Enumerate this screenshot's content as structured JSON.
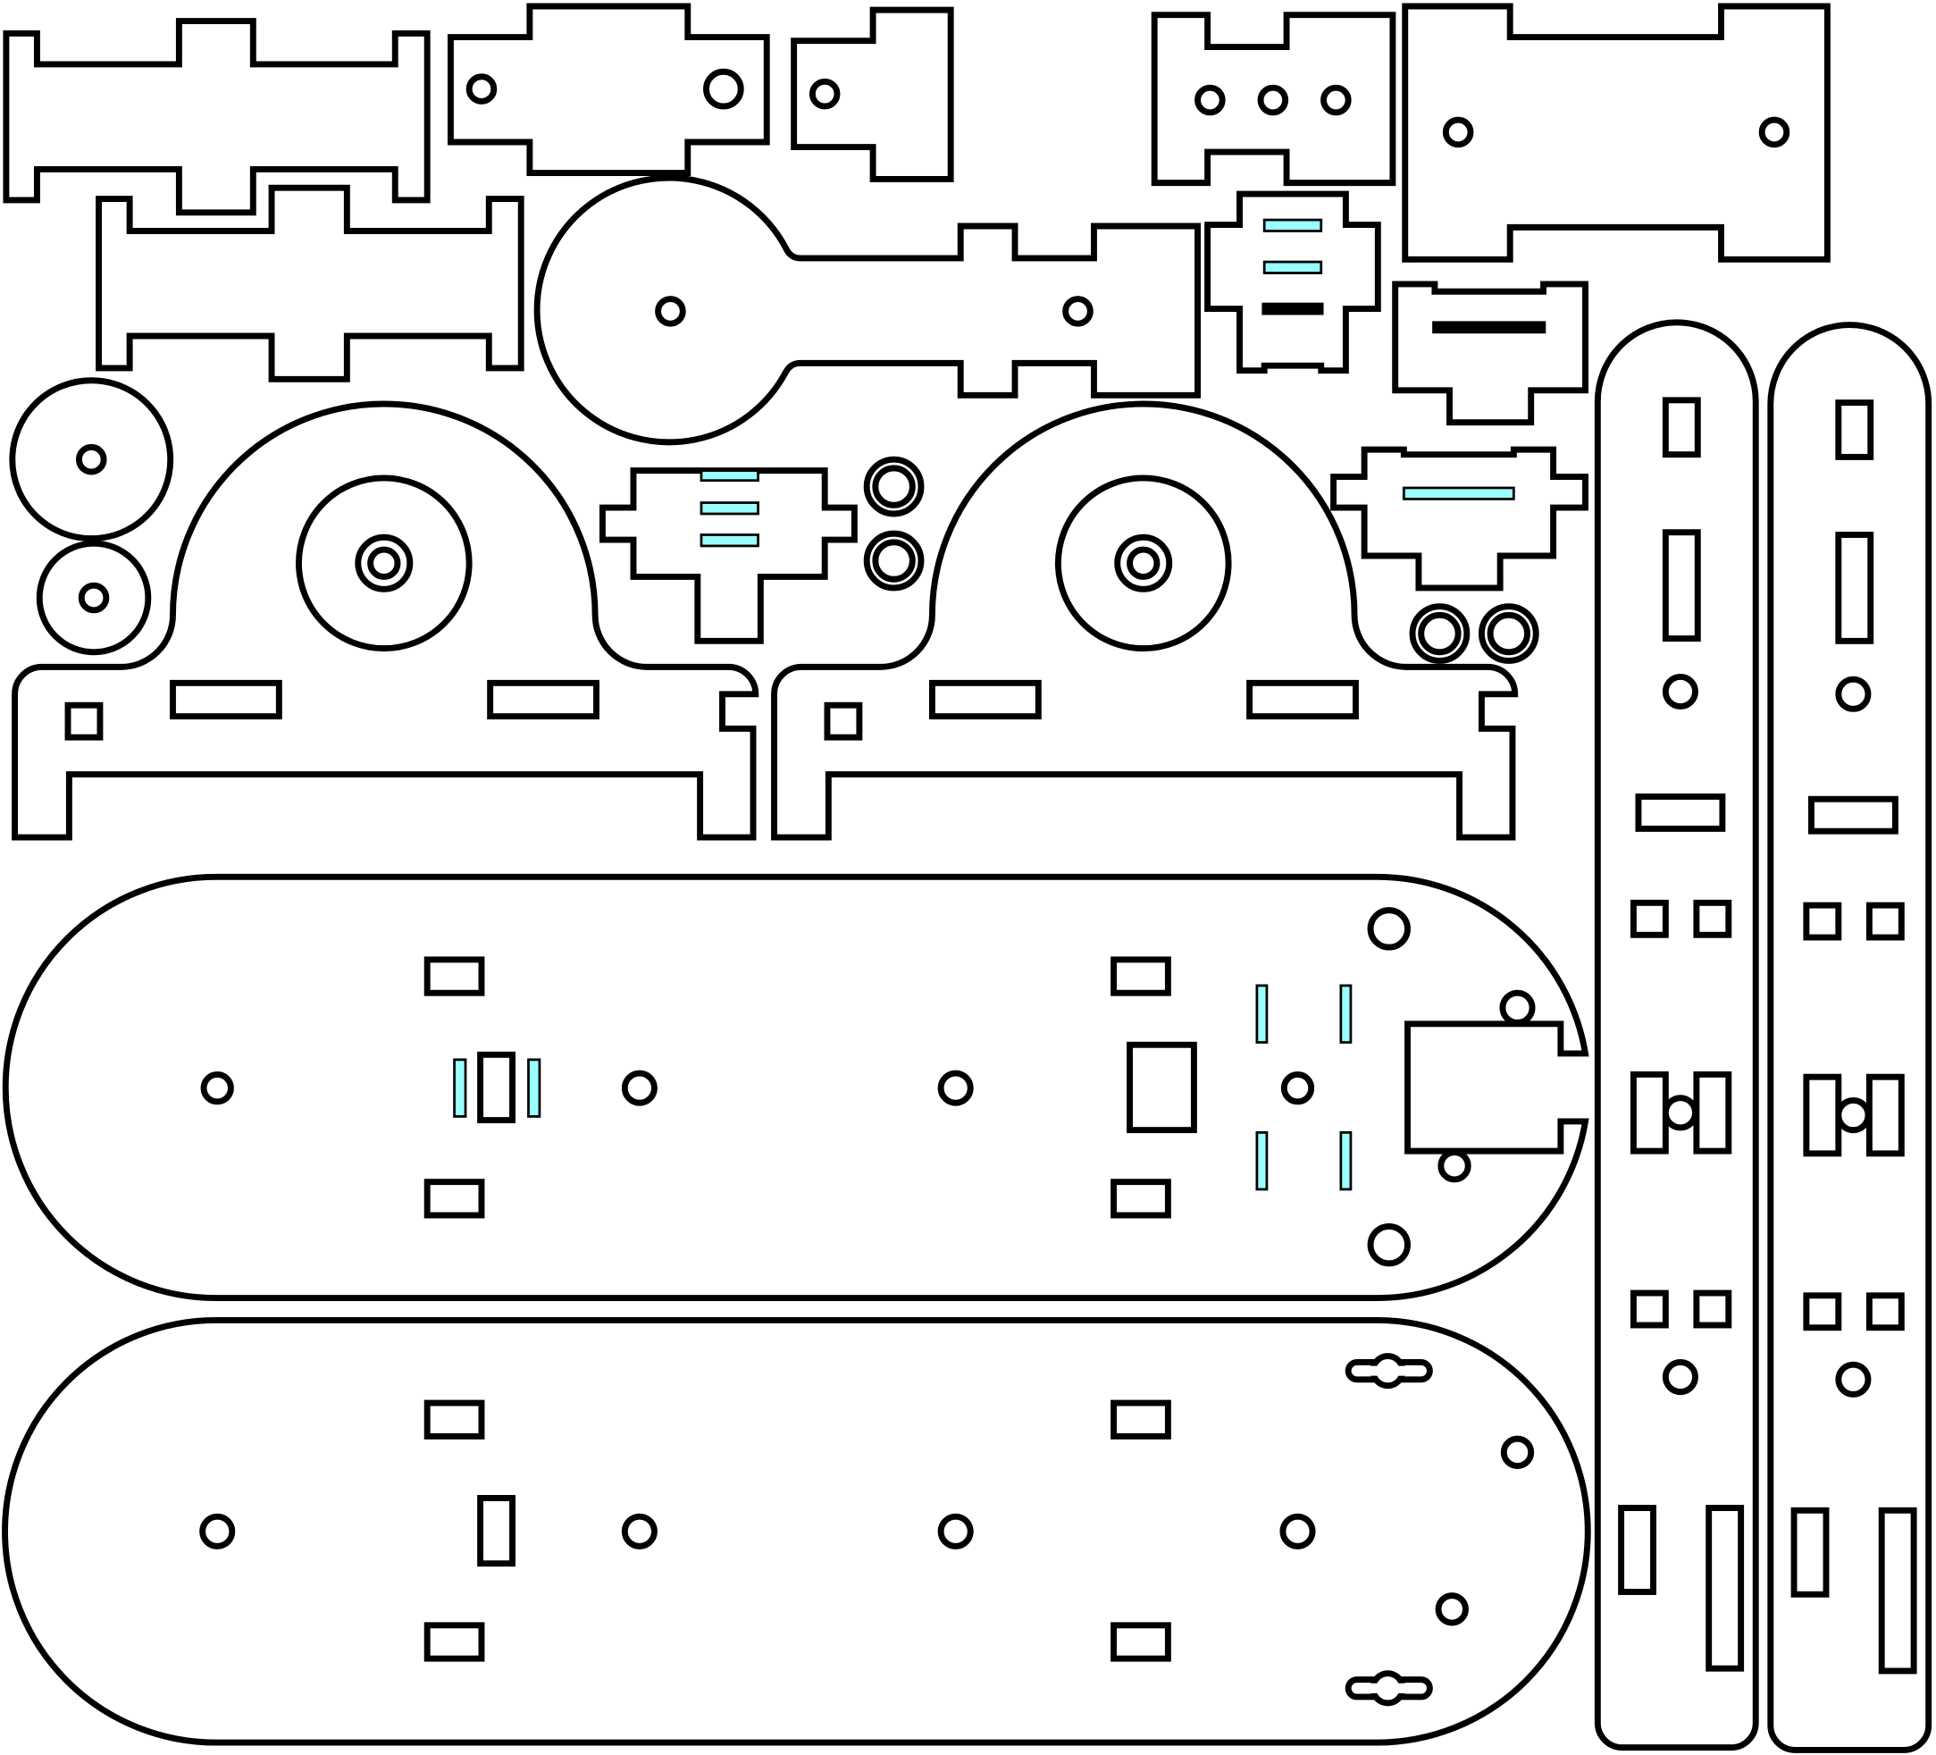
{
  "title": "",
  "colors": {
    "stroke": "#000000",
    "background": "#ffffff",
    "highlight_slot": "#99ffff"
  },
  "parts": [
    "h-bracket-top-left",
    "tab-plate-two-holes",
    "small-tab-plate",
    "three-hole-plate",
    "wide-h-plate",
    "h-bracket-second",
    "keyhole-arm",
    "small-cross-plate",
    "t-plate-with-bar",
    "wheel-large",
    "wheel-small",
    "side-panel-left",
    "side-panel-right",
    "cross-plate-middle",
    "washer-pair-middle",
    "washer-pair-right",
    "t-plate-right",
    "long-strip-left",
    "long-strip-right",
    "base-oval-top",
    "base-oval-bottom"
  ]
}
